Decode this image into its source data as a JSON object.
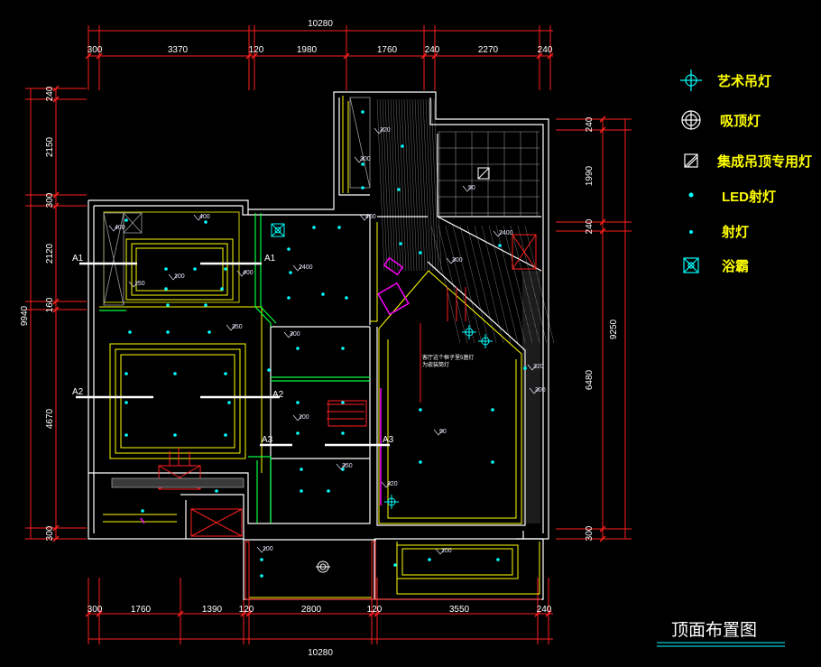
{
  "title": "顶面布置图",
  "dimensions": {
    "top_total": "10280",
    "top_segments": [
      "300",
      "3370",
      "120",
      "1980",
      "1760",
      "240",
      "2270",
      "240"
    ],
    "bottom_total": "10280",
    "bottom_segments": [
      "300",
      "1760",
      "1390",
      "120",
      "2800",
      "120",
      "3550",
      "240"
    ],
    "left_total": "9940",
    "left_segments": [
      "240",
      "2150",
      "300",
      "2120",
      "160",
      "4670",
      "300"
    ],
    "right_total": "9250",
    "right_segments": [
      "240",
      "1990",
      "240",
      "6480",
      "300"
    ]
  },
  "section_marks": [
    "A1",
    "A1",
    "A2",
    "A2",
    "A3",
    "A3"
  ],
  "elevations": [
    "400",
    "400",
    "400",
    "150",
    "100",
    "400",
    "2400",
    "320",
    "300",
    "50",
    "2400",
    "300",
    "350",
    "300",
    "100",
    "350",
    "50",
    "320",
    "300",
    "100",
    "320",
    "100"
  ],
  "annotation_lines": [
    "客厅这个框子里5盏灯",
    "为嵌装筒灯"
  ],
  "legend": [
    {
      "icon": "art-chandelier-icon",
      "label": "艺术吊灯",
      "color": "#00ffff"
    },
    {
      "icon": "ceiling-light-icon",
      "label": "吸顶灯",
      "color": "#ffffff"
    },
    {
      "icon": "integrated-ceiling-light-icon",
      "label": "集成吊顶专用灯",
      "color": "#ffffff"
    },
    {
      "icon": "led-spotlight-icon",
      "label": "LED射灯",
      "color": "#00ffff"
    },
    {
      "icon": "spotlight-icon",
      "label": "射灯",
      "color": "#00ffff"
    },
    {
      "icon": "bath-heater-icon",
      "label": "浴霸",
      "color": "#00ffff"
    }
  ]
}
